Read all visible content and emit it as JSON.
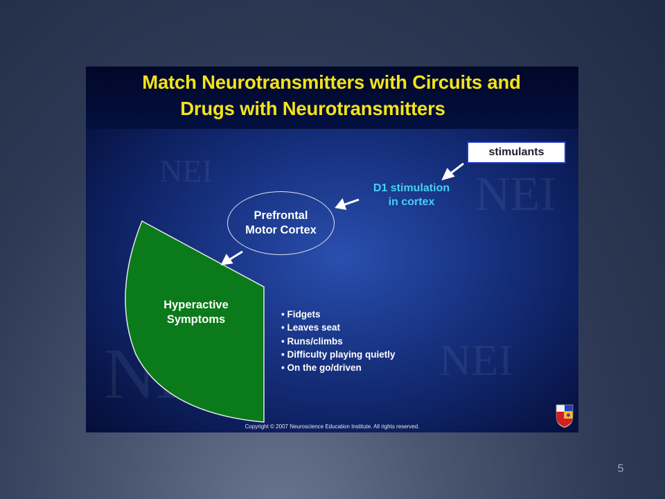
{
  "slide": {
    "title_line1": "Match Neurotransmitters with Circuits and",
    "title_line2": "Drugs with Neurotransmitters",
    "watermark": "NEI",
    "stimulants_label": "stimulants",
    "d1_line1": "D1 stimulation",
    "d1_line2": "in cortex",
    "pfc_line1": "Prefrontal",
    "pfc_line2": "Motor Cortex",
    "hyper_line1": "Hyperactive",
    "hyper_line2": "Symptoms",
    "bullets": [
      "Fidgets",
      "Leaves seat",
      "Runs/climbs",
      "Difficulty  playing quietly",
      "On the go/driven"
    ],
    "copyright": "Copyright © 2007 Neuroscience Education Institute.  All rights reserved."
  },
  "colors": {
    "title": "#f3e31b",
    "d1_text": "#46d2f2",
    "wedge_fill": "#0a7a1a",
    "stimulants_border": "#1d34c9"
  },
  "page_number": "5"
}
